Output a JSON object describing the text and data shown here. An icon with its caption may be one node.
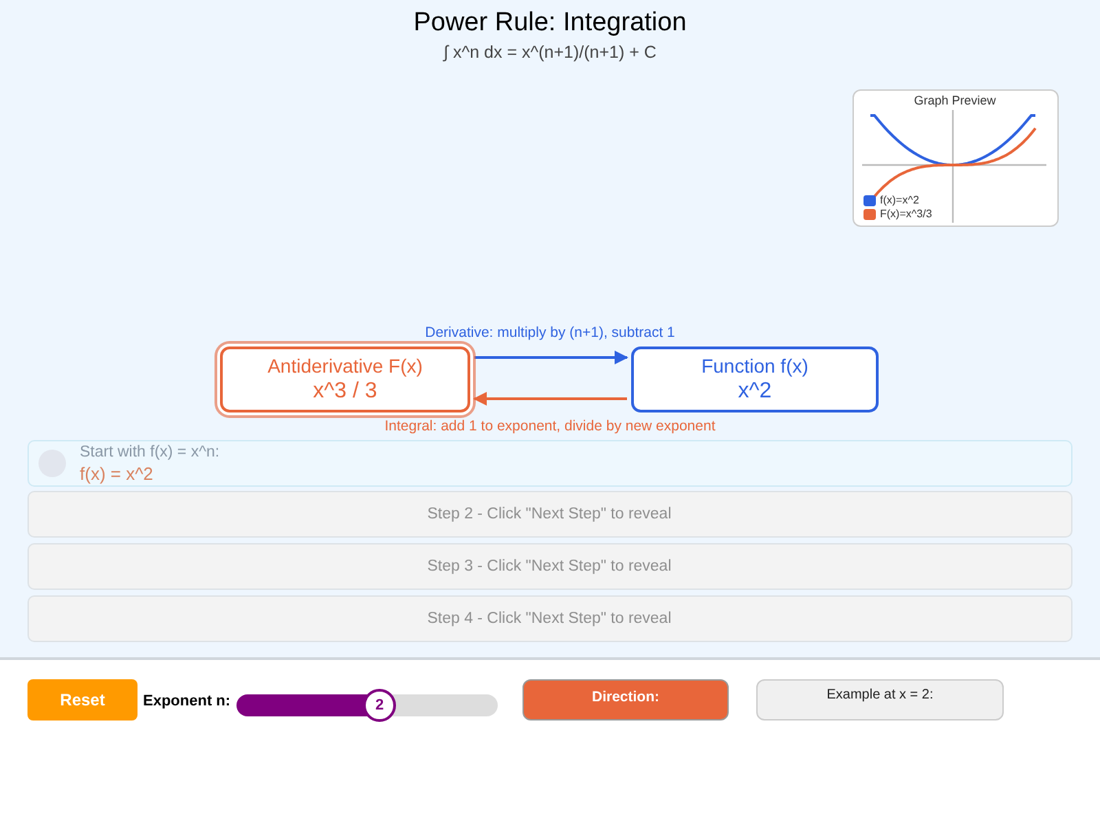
{
  "diagram": {
    "title": "Power Rule: Integration",
    "caption": "∫ x^n dx = x^(n+1)/(n+1) + C",
    "nodes": [
      {
        "text": [
          "Antiderivative F(x)",
          "x^3 / 3"
        ]
      },
      {
        "text": [
          "Function f(x)",
          "x^2"
        ]
      }
    ],
    "edges": [
      {
        "from": 0,
        "to": 1,
        "arrow": "to",
        "label": "Derivative: multiply by (n+1), subtract 1",
        "color": "#2f62e0"
      },
      {
        "from": 1,
        "to": 0,
        "arrow": "to",
        "label": "Integral: add 1 to exponent, divide by new exponent",
        "color": "#e8663a"
      }
    ],
    "labels": [
      "Graph Preview",
      "Start with f(x) = x^n:",
      "f(x) = x^2",
      "Step 2 - Click \"Next Step\" to reveal",
      "Step 3 - Click \"Next Step\" to reveal",
      "Step 4 - Click \"Next Step\" to reveal",
      "Reset",
      "Exponent n:",
      "2",
      "Direction:",
      "Example at x = 2:"
    ],
    "legend": [
      {
        "text": "f(x)=x^2",
        "color": "#2f62e0"
      },
      {
        "text": "F(x)=x^3/3",
        "color": "#e8663a"
      }
    ]
  }
}
